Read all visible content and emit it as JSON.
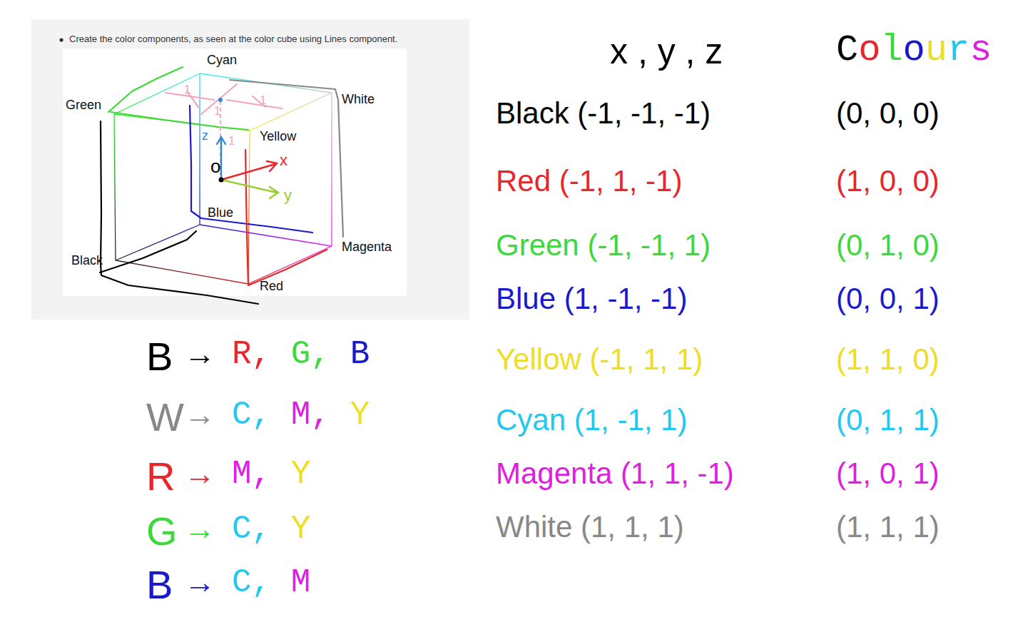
{
  "diagram": {
    "labels": [
      "Create the color components, as seen at the color cube using Lines component.",
      "Cyan",
      "Green",
      "White",
      "Yellow",
      "Blue",
      "Black",
      "Magenta",
      "Red",
      "z",
      "o",
      "x",
      "y",
      "1",
      "1",
      "1",
      "1",
      "x , y , z",
      "Colours",
      "Black (-1, -1, -1)",
      "(0, 0, 0)",
      "Red (-1, 1, -1)",
      "(1, 0, 0)",
      "Green (-1, -1, 1)",
      "(0, 1, 0)",
      "Blue (1, -1, -1)",
      "(0, 0, 1)",
      "Yellow (-1, 1, 1)",
      "(1, 1, 0)",
      "Cyan (1, -1, 1)",
      "(0, 1, 1)",
      "Magenta (1, 1, -1)",
      "(1, 0, 1)",
      "White (1, 1, 1)",
      "(1, 1, 1)",
      "B",
      "→",
      "R, G, B",
      "W",
      "→",
      "C, M, Y",
      "R",
      "→",
      "M, Y",
      "G",
      "→",
      "C, Y",
      "B",
      "→",
      "C, M"
    ]
  }
}
